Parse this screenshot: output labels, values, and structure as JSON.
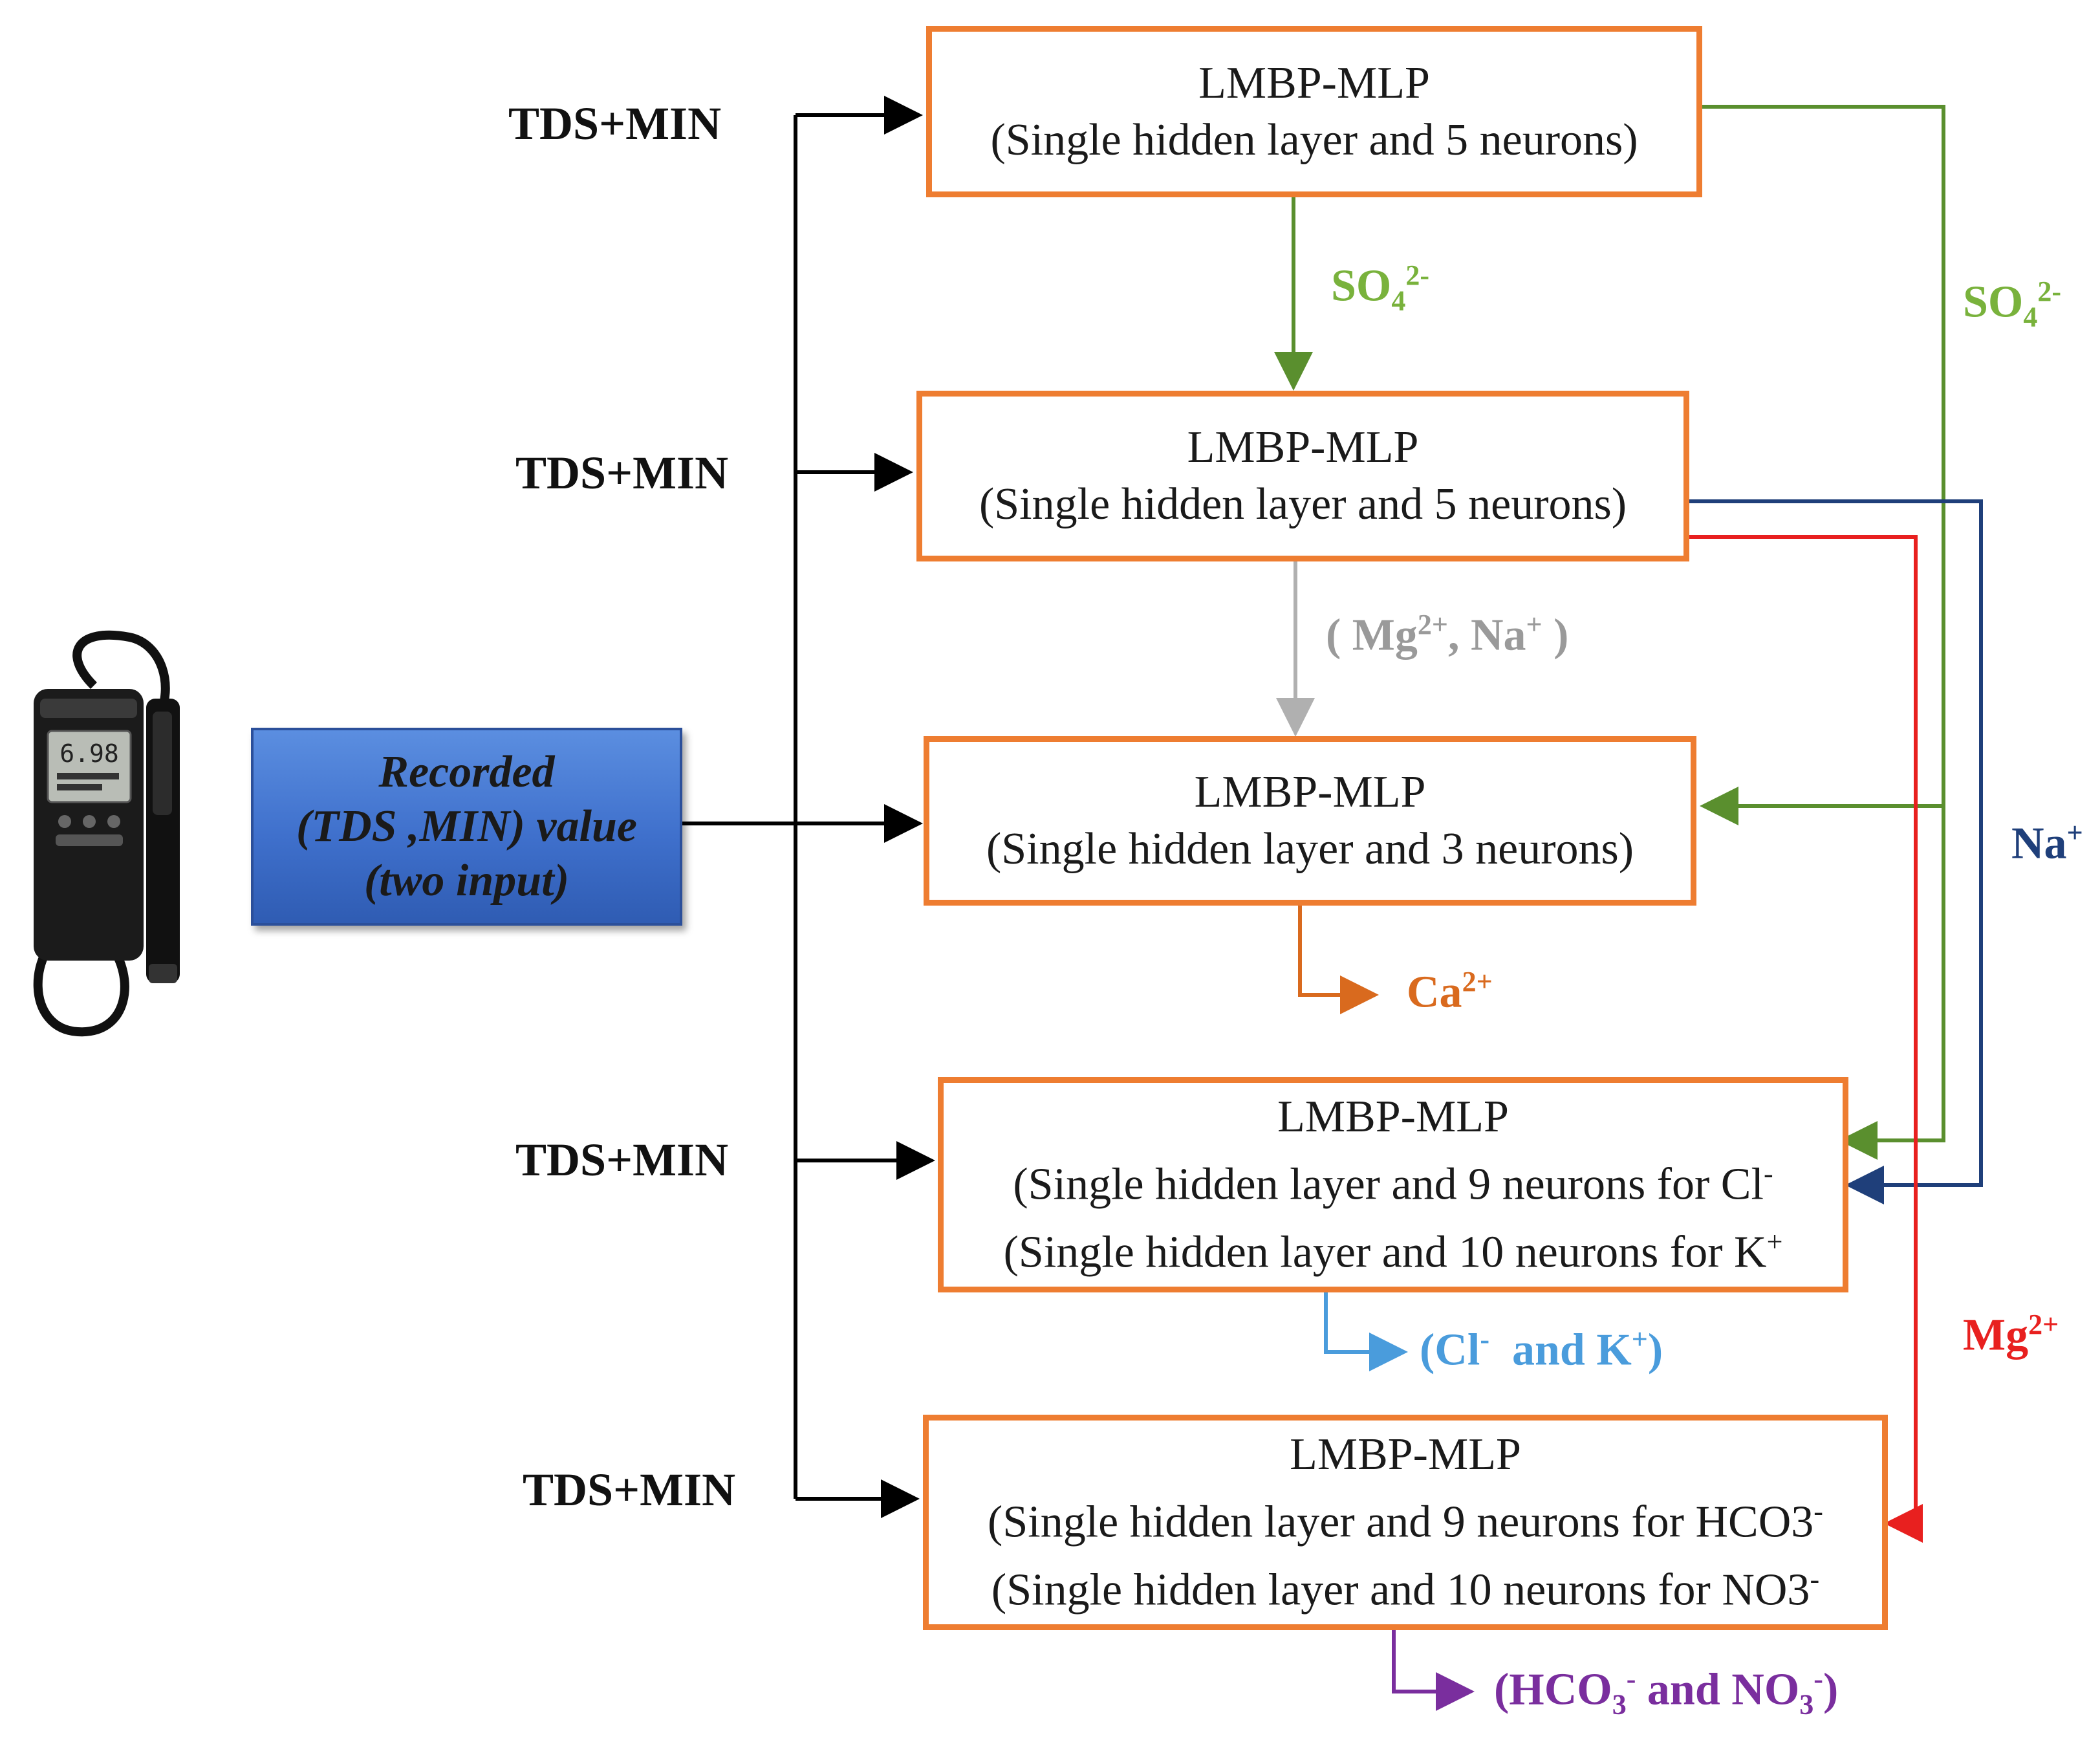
{
  "input": {
    "line1": "Recorded",
    "line2": "(TDS ,MIN) value",
    "line3": "(two input)"
  },
  "tds_labels": [
    "TDS+MIN",
    "TDS+MIN",
    "TDS+MIN",
    "TDS+MIN"
  ],
  "boxes": [
    {
      "title": "LMBP-MLP",
      "lines": [
        "(Single hidden layer and 5 neurons)"
      ]
    },
    {
      "title": "LMBP-MLP",
      "lines": [
        "(Single hidden layer and 5 neurons)"
      ]
    },
    {
      "title": "LMBP-MLP",
      "lines": [
        "(Single hidden layer and 3 neurons)"
      ]
    },
    {
      "title": "LMBP-MLP",
      "lines": [
        "(Single hidden layer and 9 neurons for Cl",
        "(Single hidden layer and 10 neurons for K"
      ],
      "sups": [
        "-",
        "+"
      ]
    },
    {
      "title": "LMBP-MLP",
      "lines": [
        "(Single hidden layer and 9 neurons for HCO3",
        "(Single hidden layer and 10 neurons for NO3"
      ],
      "sups": [
        "-",
        "-"
      ]
    }
  ],
  "flow_labels": {
    "so4_down": {
      "base": "SO",
      "sub": "4",
      "sup": "2-"
    },
    "so4_right": {
      "base": "SO",
      "sub": "4",
      "sup": "2-"
    },
    "mg_na": {
      "open": "( Mg",
      "sup1": "2+",
      "mid": ", Na",
      "sup2": "+",
      "close": " )"
    },
    "na": {
      "base": "Na",
      "sup": "+"
    },
    "ca": {
      "base": "Ca",
      "sup": "2+"
    },
    "mg": {
      "base": "Mg",
      "sup": "2+"
    },
    "cl_k": {
      "open": "(Cl",
      "sup1": "-",
      "mid": "  and K",
      "sup2": "+",
      "close": ")"
    },
    "hco3_no3": {
      "open": "(HCO",
      "sub1": "3",
      "sup1": "-",
      "mid": " and NO",
      "sub2": "3",
      "sup2": "-",
      "close": ")"
    }
  },
  "colors": {
    "box_border": "#EE7D31",
    "so4": "#5A8F2E",
    "mg_na": "#B0B0B0",
    "ca": "#D96A1E",
    "na": "#1F3F7A",
    "mg": "#E8201F",
    "cl_k": "#4A9CDC",
    "hco3_no3": "#7A2E9E",
    "input_fill": "#4a7fd6"
  },
  "meter": {
    "display_text": "6.98"
  }
}
